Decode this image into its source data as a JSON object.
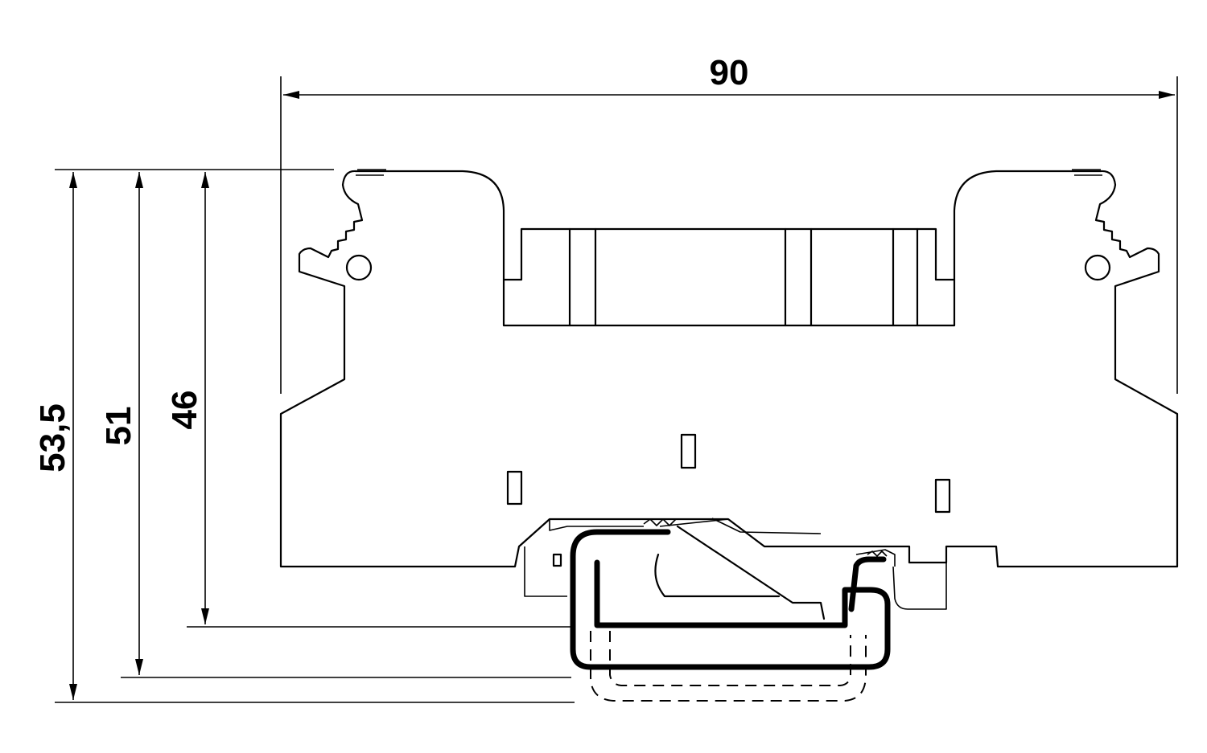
{
  "dimensions": {
    "width": "90",
    "height_total": "53,5",
    "height_rail": "51",
    "height_body": "46"
  }
}
